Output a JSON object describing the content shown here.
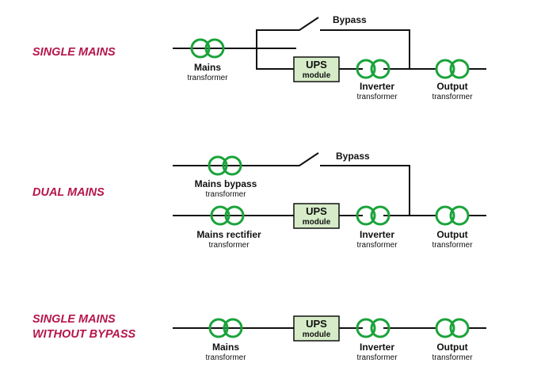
{
  "colors": {
    "section_label": "#b5164d",
    "transformer": "#1aa33a",
    "ups_fill": "#d6ecc8",
    "wire": "#111111"
  },
  "diagrams": [
    {
      "title_lines": [
        "SINGLE MAINS"
      ],
      "bypass_label": "Bypass",
      "ups": {
        "title": "UPS",
        "subtitle": "module"
      },
      "transformers": [
        {
          "name": "Mains",
          "sub": "transformer"
        },
        {
          "name": "Inverter",
          "sub": "transformer"
        },
        {
          "name": "Output",
          "sub": "transformer"
        }
      ]
    },
    {
      "title_lines": [
        "DUAL MAINS"
      ],
      "bypass_label": "Bypass",
      "ups": {
        "title": "UPS",
        "subtitle": "module"
      },
      "transformers": [
        {
          "name": "Mains bypass",
          "sub": "transformer"
        },
        {
          "name": "Mains rectifier",
          "sub": "transformer"
        },
        {
          "name": "Inverter",
          "sub": "transformer"
        },
        {
          "name": "Output",
          "sub": "transformer"
        }
      ]
    },
    {
      "title_lines": [
        "SINGLE MAINS",
        "WITHOUT BYPASS"
      ],
      "ups": {
        "title": "UPS",
        "subtitle": "module"
      },
      "transformers": [
        {
          "name": "Mains",
          "sub": "transformer"
        },
        {
          "name": "Inverter",
          "sub": "transformer"
        },
        {
          "name": "Output",
          "sub": "transformer"
        }
      ]
    }
  ]
}
